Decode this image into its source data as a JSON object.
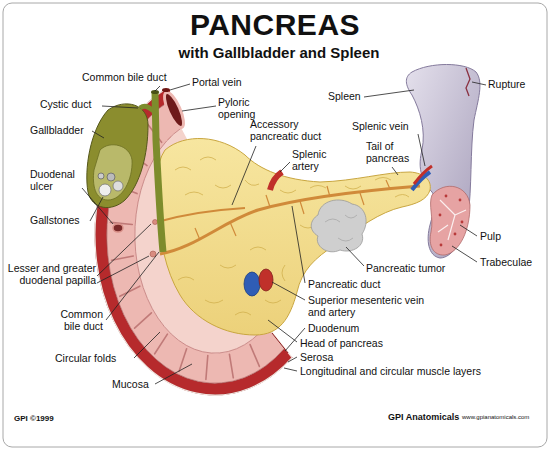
{
  "diagram": {
    "title": "PANCREAS",
    "labels": [
      "with Gallbladder and Spleen",
      "Common bile duct",
      "Cystic duct",
      "Gallbladder",
      "Duodenal ulcer",
      "Gallstones",
      "Lesser and greater duodenal papilla",
      "Common bile duct",
      "Circular folds",
      "Mucosa",
      "Portal vein",
      "Pyloric opening",
      "Accessory pancreatic duct",
      "Splenic artery",
      "Spleen",
      "Splenic vein",
      "Tail of pancreas",
      "Rupture",
      "Pulp",
      "Trabeculae",
      "Pancreatic tumor",
      "Pancreatic duct",
      "Superior mesenteric vein and artery",
      "Duodenum",
      "Head of pancreas",
      "Serosa",
      "Longitudinal and circular muscle layers",
      "GPI ©1999",
      "GPI Anatomicals",
      "www.gpianatomicals.com"
    ]
  }
}
